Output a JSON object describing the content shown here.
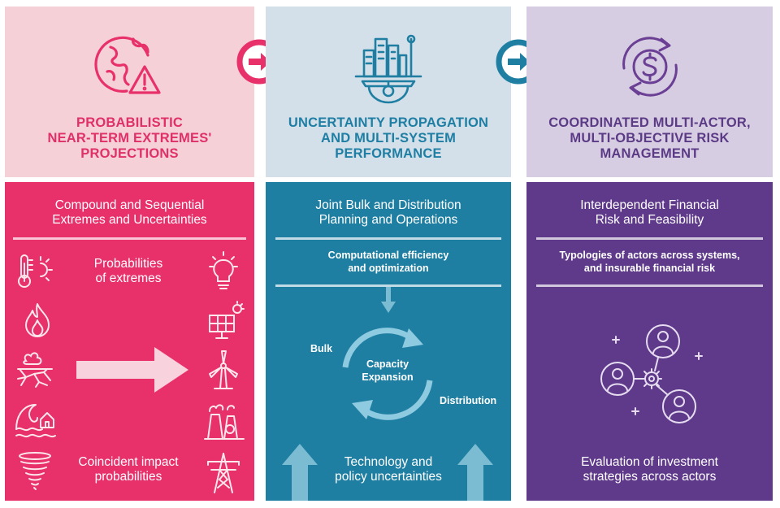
{
  "colors": {
    "pink_light": "#f5d0d7",
    "blue_light": "#d3dfe9",
    "purple_light": "#d7cde2",
    "pink": "#e8306b",
    "blue": "#1f7fa2",
    "purple": "#5f3a8a",
    "pink_text": "#e0306a",
    "blue_text": "#1e7ea3",
    "purple_text": "#5c3b86"
  },
  "columns": [
    {
      "top_icon": "globe-warning-icon",
      "title_lines": [
        "PROBABILISTIC",
        "NEAR-TERM EXTREMES'",
        "PROJECTIONS"
      ],
      "lower_title_lines": [
        "Compound and Sequential",
        "Extremes and Uncertainties"
      ],
      "text_top": [
        "Probabilities",
        "of extremes"
      ],
      "text_bottom": [
        "Coincident impact",
        "probabilities"
      ],
      "hazard_icons": [
        "thermometer-sun-icon",
        "fire-icon",
        "drought-icon",
        "flood-wave-icon",
        "tornado-icon"
      ],
      "impact_icons": [
        "lightbulb-icon",
        "solar-panel-icon",
        "wind-turbine-icon",
        "power-plant-icon",
        "transmission-tower-icon"
      ]
    },
    {
      "top_icon": "city-gear-icon",
      "title_lines": [
        "UNCERTAINTY PROPAGATION",
        "AND MULTI-SYSTEM",
        "PERFORMANCE"
      ],
      "lower_title_lines": [
        "Joint Bulk and Distribution",
        "Planning and Operations"
      ],
      "sub_lines": [
        "Computational efficiency",
        "and optimization"
      ],
      "cycle_center": [
        "Capacity",
        "Expansion"
      ],
      "label_left": "Bulk",
      "label_right": "Distribution",
      "bottom_lines": [
        "Technology and",
        "policy uncertainties"
      ]
    },
    {
      "top_icon": "dollar-cycle-icon",
      "title_lines": [
        "COORDINATED MULTI-ACTOR,",
        "MULTI-OBJECTIVE RISK",
        "MANAGEMENT"
      ],
      "lower_title_lines": [
        "Interdependent Financial",
        "Risk and Feasibility"
      ],
      "sub_lines": [
        "Typologies of actors across systems,",
        "and insurable financial risk"
      ],
      "bottom_lines": [
        "Evaluation of investment",
        "strategies across actors"
      ]
    }
  ],
  "connectors": [
    "arrow-right-icon",
    "arrow-right-icon"
  ]
}
